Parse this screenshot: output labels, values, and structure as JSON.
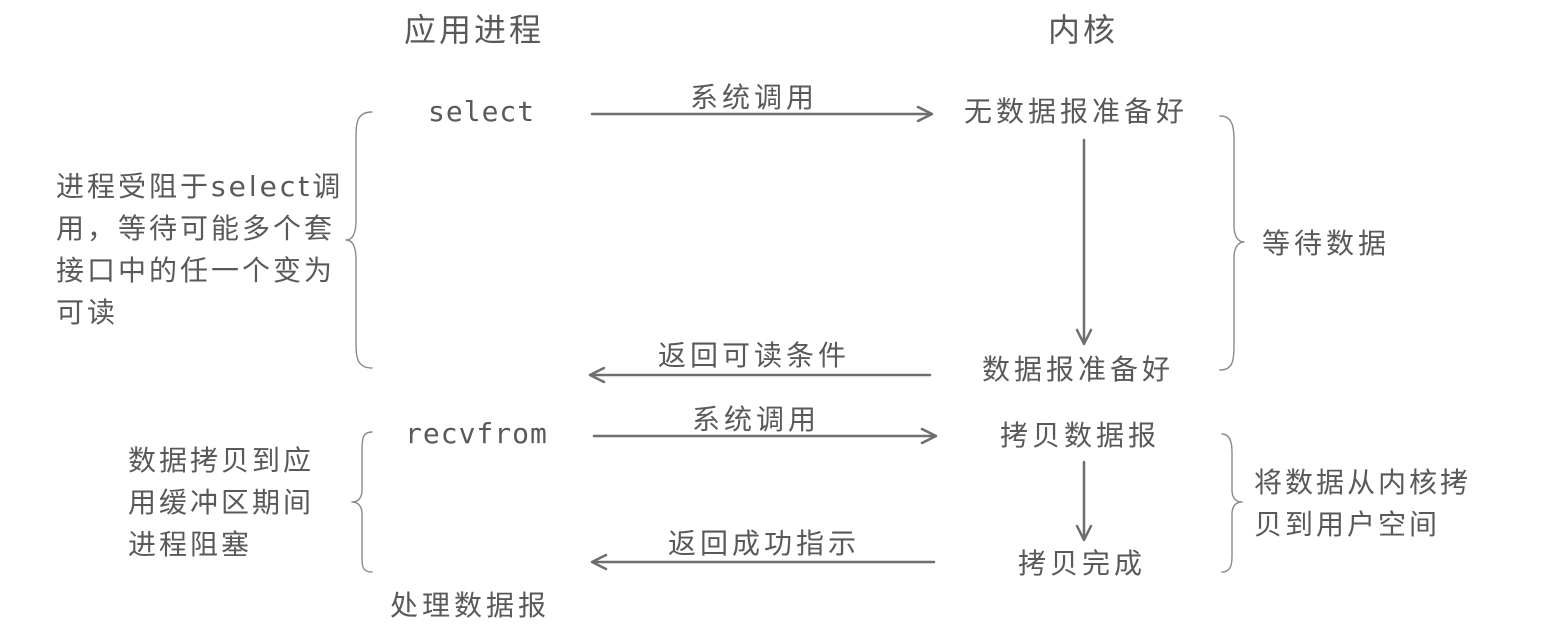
{
  "headers": {
    "process": "应用进程",
    "kernel": "内核"
  },
  "process_steps": {
    "select": "select",
    "recvfrom": "recvfrom",
    "process_datagram": "处理数据报"
  },
  "kernel_states": {
    "no_datagram_ready": "无数据报准备好",
    "datagram_ready": "数据报准备好",
    "copy_datagram": "拷贝数据报",
    "copy_complete": "拷贝完成"
  },
  "arrows": {
    "syscall_1": "系统调用",
    "return_readable": "返回可读条件",
    "syscall_2": "系统调用",
    "return_success": "返回成功指示"
  },
  "notes": {
    "select_blocked": "进程受阻于select调用，等待可能多个套接口中的任一个变为可读",
    "copy_blocked": "数据拷贝到应用缓冲区期间进程阻塞",
    "wait_for_data": "等待数据",
    "copy_to_user": "将数据从内核拷贝到用户空间"
  }
}
